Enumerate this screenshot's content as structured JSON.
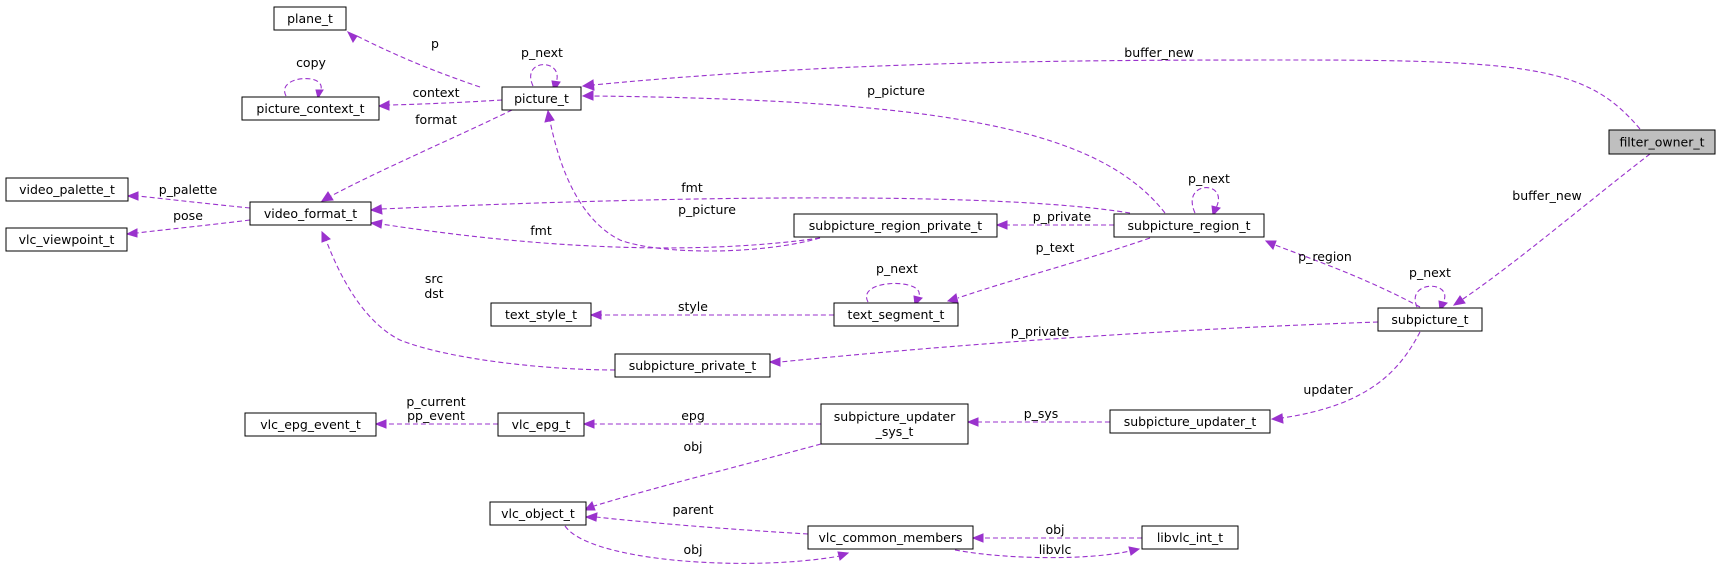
{
  "diagram": {
    "edge_color": "#9a32cd",
    "highlight_fill": "#bfbfbf",
    "nodes": [
      {
        "id": "filter_owner_t",
        "label": "filter_owner_t",
        "highlight": true
      },
      {
        "id": "plane_t",
        "label": "plane_t"
      },
      {
        "id": "picture_t",
        "label": "picture_t"
      },
      {
        "id": "picture_context_t",
        "label": "picture_context_t"
      },
      {
        "id": "video_palette_t",
        "label": "video_palette_t"
      },
      {
        "id": "video_format_t",
        "label": "video_format_t"
      },
      {
        "id": "vlc_viewpoint_t",
        "label": "vlc_viewpoint_t"
      },
      {
        "id": "subpicture_region_private_t",
        "label": "subpicture_region_private_t"
      },
      {
        "id": "subpicture_region_t",
        "label": "subpicture_region_t"
      },
      {
        "id": "text_style_t",
        "label": "text_style_t"
      },
      {
        "id": "text_segment_t",
        "label": "text_segment_t"
      },
      {
        "id": "subpicture_t",
        "label": "subpicture_t"
      },
      {
        "id": "subpicture_private_t",
        "label": "subpicture_private_t"
      },
      {
        "id": "vlc_epg_event_t",
        "label": "vlc_epg_event_t"
      },
      {
        "id": "vlc_epg_t",
        "label": "vlc_epg_t"
      },
      {
        "id": "subpicture_updater_sys_t",
        "label_lines": [
          "subpicture_updater",
          "_sys_t"
        ]
      },
      {
        "id": "subpicture_updater_t",
        "label": "subpicture_updater_t"
      },
      {
        "id": "vlc_object_t",
        "label": "vlc_object_t"
      },
      {
        "id": "vlc_common_members",
        "label": "vlc_common_members"
      },
      {
        "id": "libvlc_int_t",
        "label": "libvlc_int_t"
      }
    ],
    "edges": [
      {
        "from": "picture_t",
        "to": "plane_t",
        "label": "p"
      },
      {
        "from": "picture_t",
        "to": "picture_t",
        "label": "p_next"
      },
      {
        "from": "filter_owner_t",
        "to": "picture_t",
        "label": "buffer_new"
      },
      {
        "from": "picture_context_t",
        "to": "picture_context_t",
        "label": "copy"
      },
      {
        "from": "picture_t",
        "to": "picture_context_t",
        "label": "context"
      },
      {
        "from": "picture_t",
        "to": "video_format_t",
        "label": "format"
      },
      {
        "from": "subpicture_region_t",
        "to": "picture_t",
        "label": "p_picture"
      },
      {
        "from": "video_format_t",
        "to": "video_palette_t",
        "label": "p_palette"
      },
      {
        "from": "video_format_t",
        "to": "vlc_viewpoint_t",
        "label": "pose"
      },
      {
        "from": "subpicture_region_t",
        "to": "video_format_t",
        "label": "fmt"
      },
      {
        "from": "subpicture_region_private_t",
        "to": "video_format_t",
        "label": "fmt"
      },
      {
        "from": "subpicture_region_private_t",
        "to": "picture_t",
        "label": "p_picture"
      },
      {
        "from": "subpicture_region_t",
        "to": "subpicture_region_t",
        "label": "p_next"
      },
      {
        "from": "subpicture_region_t",
        "to": "subpicture_region_private_t",
        "label": "p_private"
      },
      {
        "from": "filter_owner_t",
        "to": "subpicture_t",
        "label": "buffer_new"
      },
      {
        "from": "subpicture_region_t",
        "to": "text_segment_t",
        "label": "p_text"
      },
      {
        "from": "text_segment_t",
        "to": "text_segment_t",
        "label": "p_next"
      },
      {
        "from": "text_segment_t",
        "to": "text_style_t",
        "label": "style"
      },
      {
        "from": "subpicture_t",
        "to": "subpicture_region_t",
        "label": "p_region"
      },
      {
        "from": "subpicture_t",
        "to": "subpicture_t",
        "label": "p_next"
      },
      {
        "from": "subpicture_private_t",
        "to": "video_format_t",
        "label_lines": [
          "src",
          "dst"
        ]
      },
      {
        "from": "subpicture_t",
        "to": "subpicture_private_t",
        "label": "p_private"
      },
      {
        "from": "subpicture_t",
        "to": "subpicture_updater_t",
        "label": "updater"
      },
      {
        "from": "vlc_epg_t",
        "to": "vlc_epg_event_t",
        "label_lines": [
          "p_current",
          "pp_event"
        ]
      },
      {
        "from": "subpicture_updater_sys_t",
        "to": "vlc_epg_t",
        "label": "epg"
      },
      {
        "from": "subpicture_updater_t",
        "to": "subpicture_updater_sys_t",
        "label": "p_sys"
      },
      {
        "from": "subpicture_updater_sys_t",
        "to": "vlc_object_t",
        "label": "obj"
      },
      {
        "from": "vlc_common_members",
        "to": "vlc_object_t",
        "label": "parent"
      },
      {
        "from": "vlc_object_t",
        "to": "vlc_common_members",
        "label": "obj"
      },
      {
        "from": "libvlc_int_t",
        "to": "vlc_common_members",
        "label": "obj"
      },
      {
        "from": "vlc_common_members",
        "to": "libvlc_int_t",
        "label": "libvlc"
      }
    ]
  }
}
